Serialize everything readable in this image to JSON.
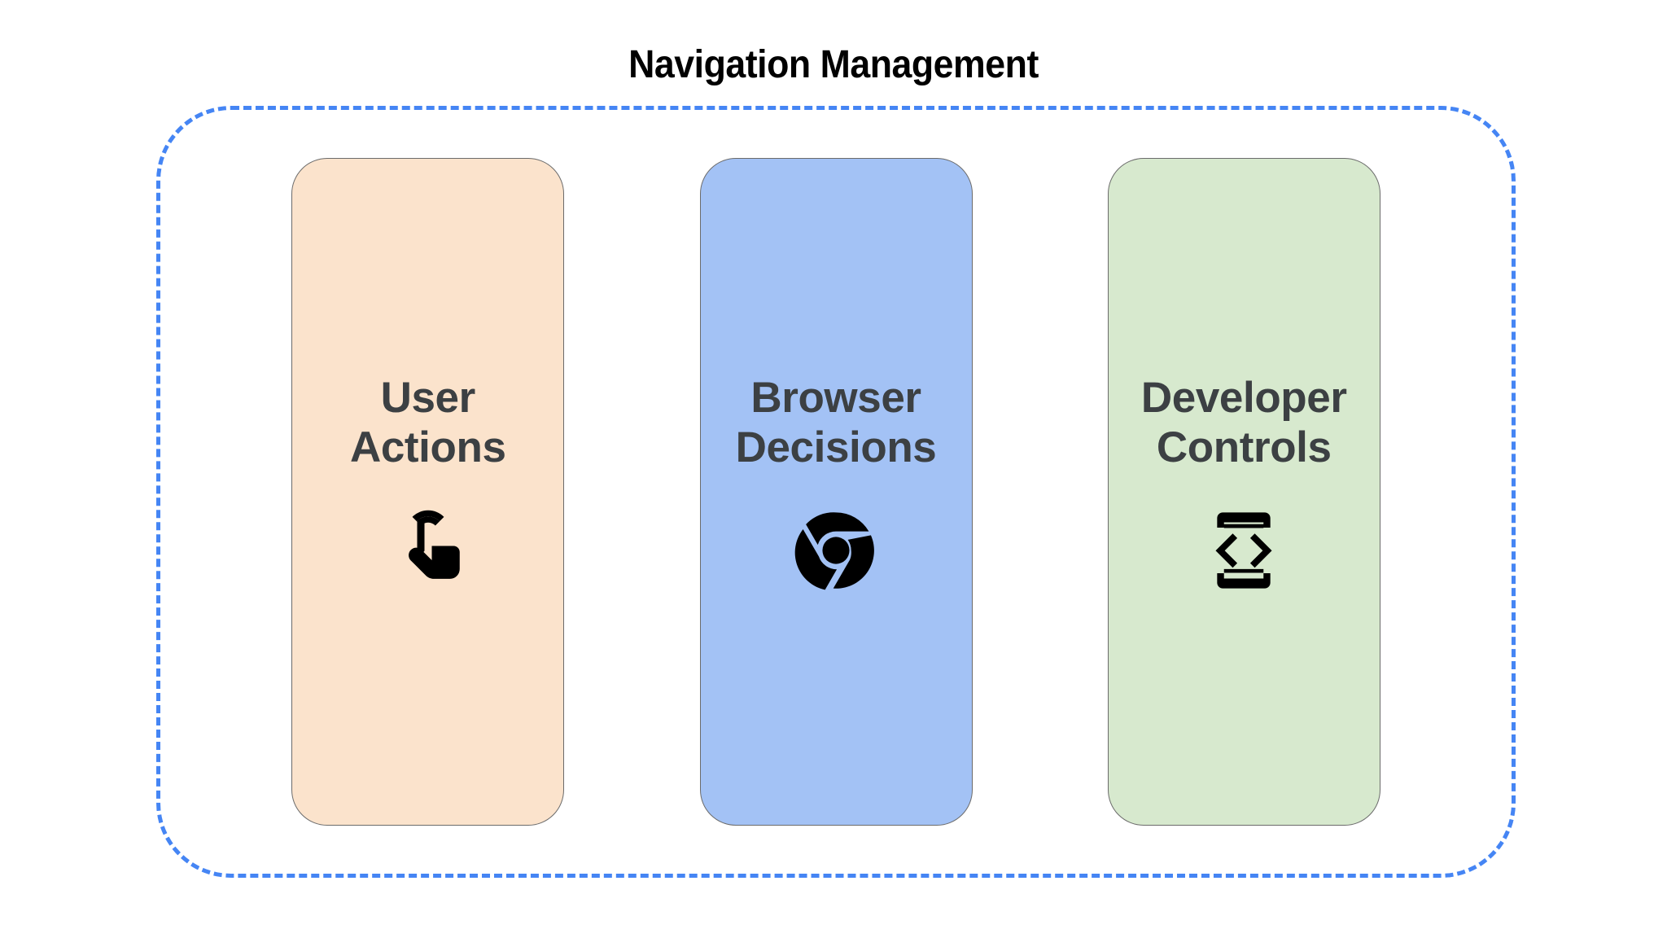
{
  "title": "Navigation Management",
  "colors": {
    "background": "#ffffff",
    "title_text": "#000000",
    "card_text": "#3C4043",
    "card_border": "#6b6b6b",
    "boundary_dashed": "#4585F4",
    "user_actions_fill": "#FBE3CC",
    "browser_decisions_fill": "#A3C2F5",
    "developer_controls_fill": "#D7E9CE",
    "icon_fill": "#000000"
  },
  "boundary": {
    "style": "dashed",
    "name": "navigation-management-boundary"
  },
  "cards": [
    {
      "id": "user-actions",
      "label": "User\nActions",
      "icon": "tap-gesture-icon",
      "fill": "#FBE3CC"
    },
    {
      "id": "browser-decisions",
      "label": "Browser\nDecisions",
      "icon": "chrome-logo-icon",
      "fill": "#A3C2F5"
    },
    {
      "id": "developer-controls",
      "label": "Developer\nControls",
      "icon": "developer-mode-icon",
      "fill": "#D7E9CE"
    }
  ]
}
